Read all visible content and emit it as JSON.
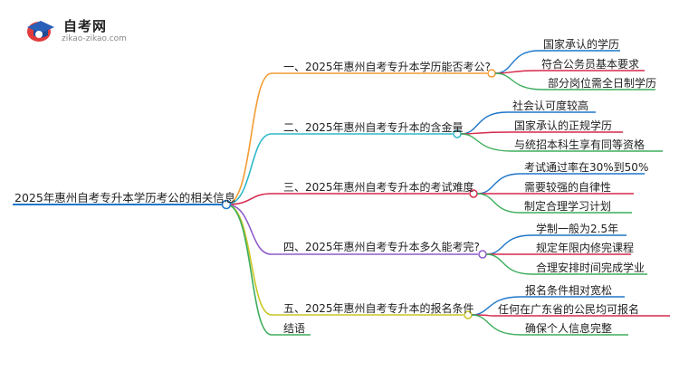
{
  "logo": {
    "title": "自考网",
    "subtitle": "zikao-zikao.com"
  },
  "root": {
    "label": "2025年惠州自考专升本学历考公的相关信息"
  },
  "branches": [
    {
      "label": "一、2025年惠州自考专升本学历能否考公?",
      "color": "#F39C33",
      "children": [
        "国家承认的学历",
        "符合公务员基本要求",
        "部分岗位需全日制学历"
      ]
    },
    {
      "label": "二、2025年惠州自考专升本的含金量",
      "color": "#2EB8C9",
      "children": [
        "社会认可度较高",
        "国家承认的正规学历",
        "与统招本科生享有同等资格"
      ]
    },
    {
      "label": "三、2025年惠州自考专升本的考试难度",
      "color": "#D6294B",
      "children": [
        "考试通过率在30%到50%",
        "需要较强的自律性",
        "制定合理学习计划"
      ]
    },
    {
      "label": "四、2025年惠州自考专升本多久能考完?",
      "color": "#8E5CC9",
      "children": [
        "学制一般为2.5年",
        "规定年限内修完课程",
        "合理安排时间完成学业"
      ]
    },
    {
      "label": "五、2025年惠州自考专升本的报名条件",
      "color": "#C9C526",
      "children": [
        "报名条件相对宽松",
        "任何在广东省的公民均可报名",
        "确保个人信息完整"
      ]
    },
    {
      "label": "结语",
      "color": "#3DAE5C",
      "children": []
    }
  ],
  "child_colors": [
    "#1F77C9",
    "#D6294B",
    "#3DAE5C",
    "#8E5CC9"
  ],
  "root_color": "#1F77C9"
}
